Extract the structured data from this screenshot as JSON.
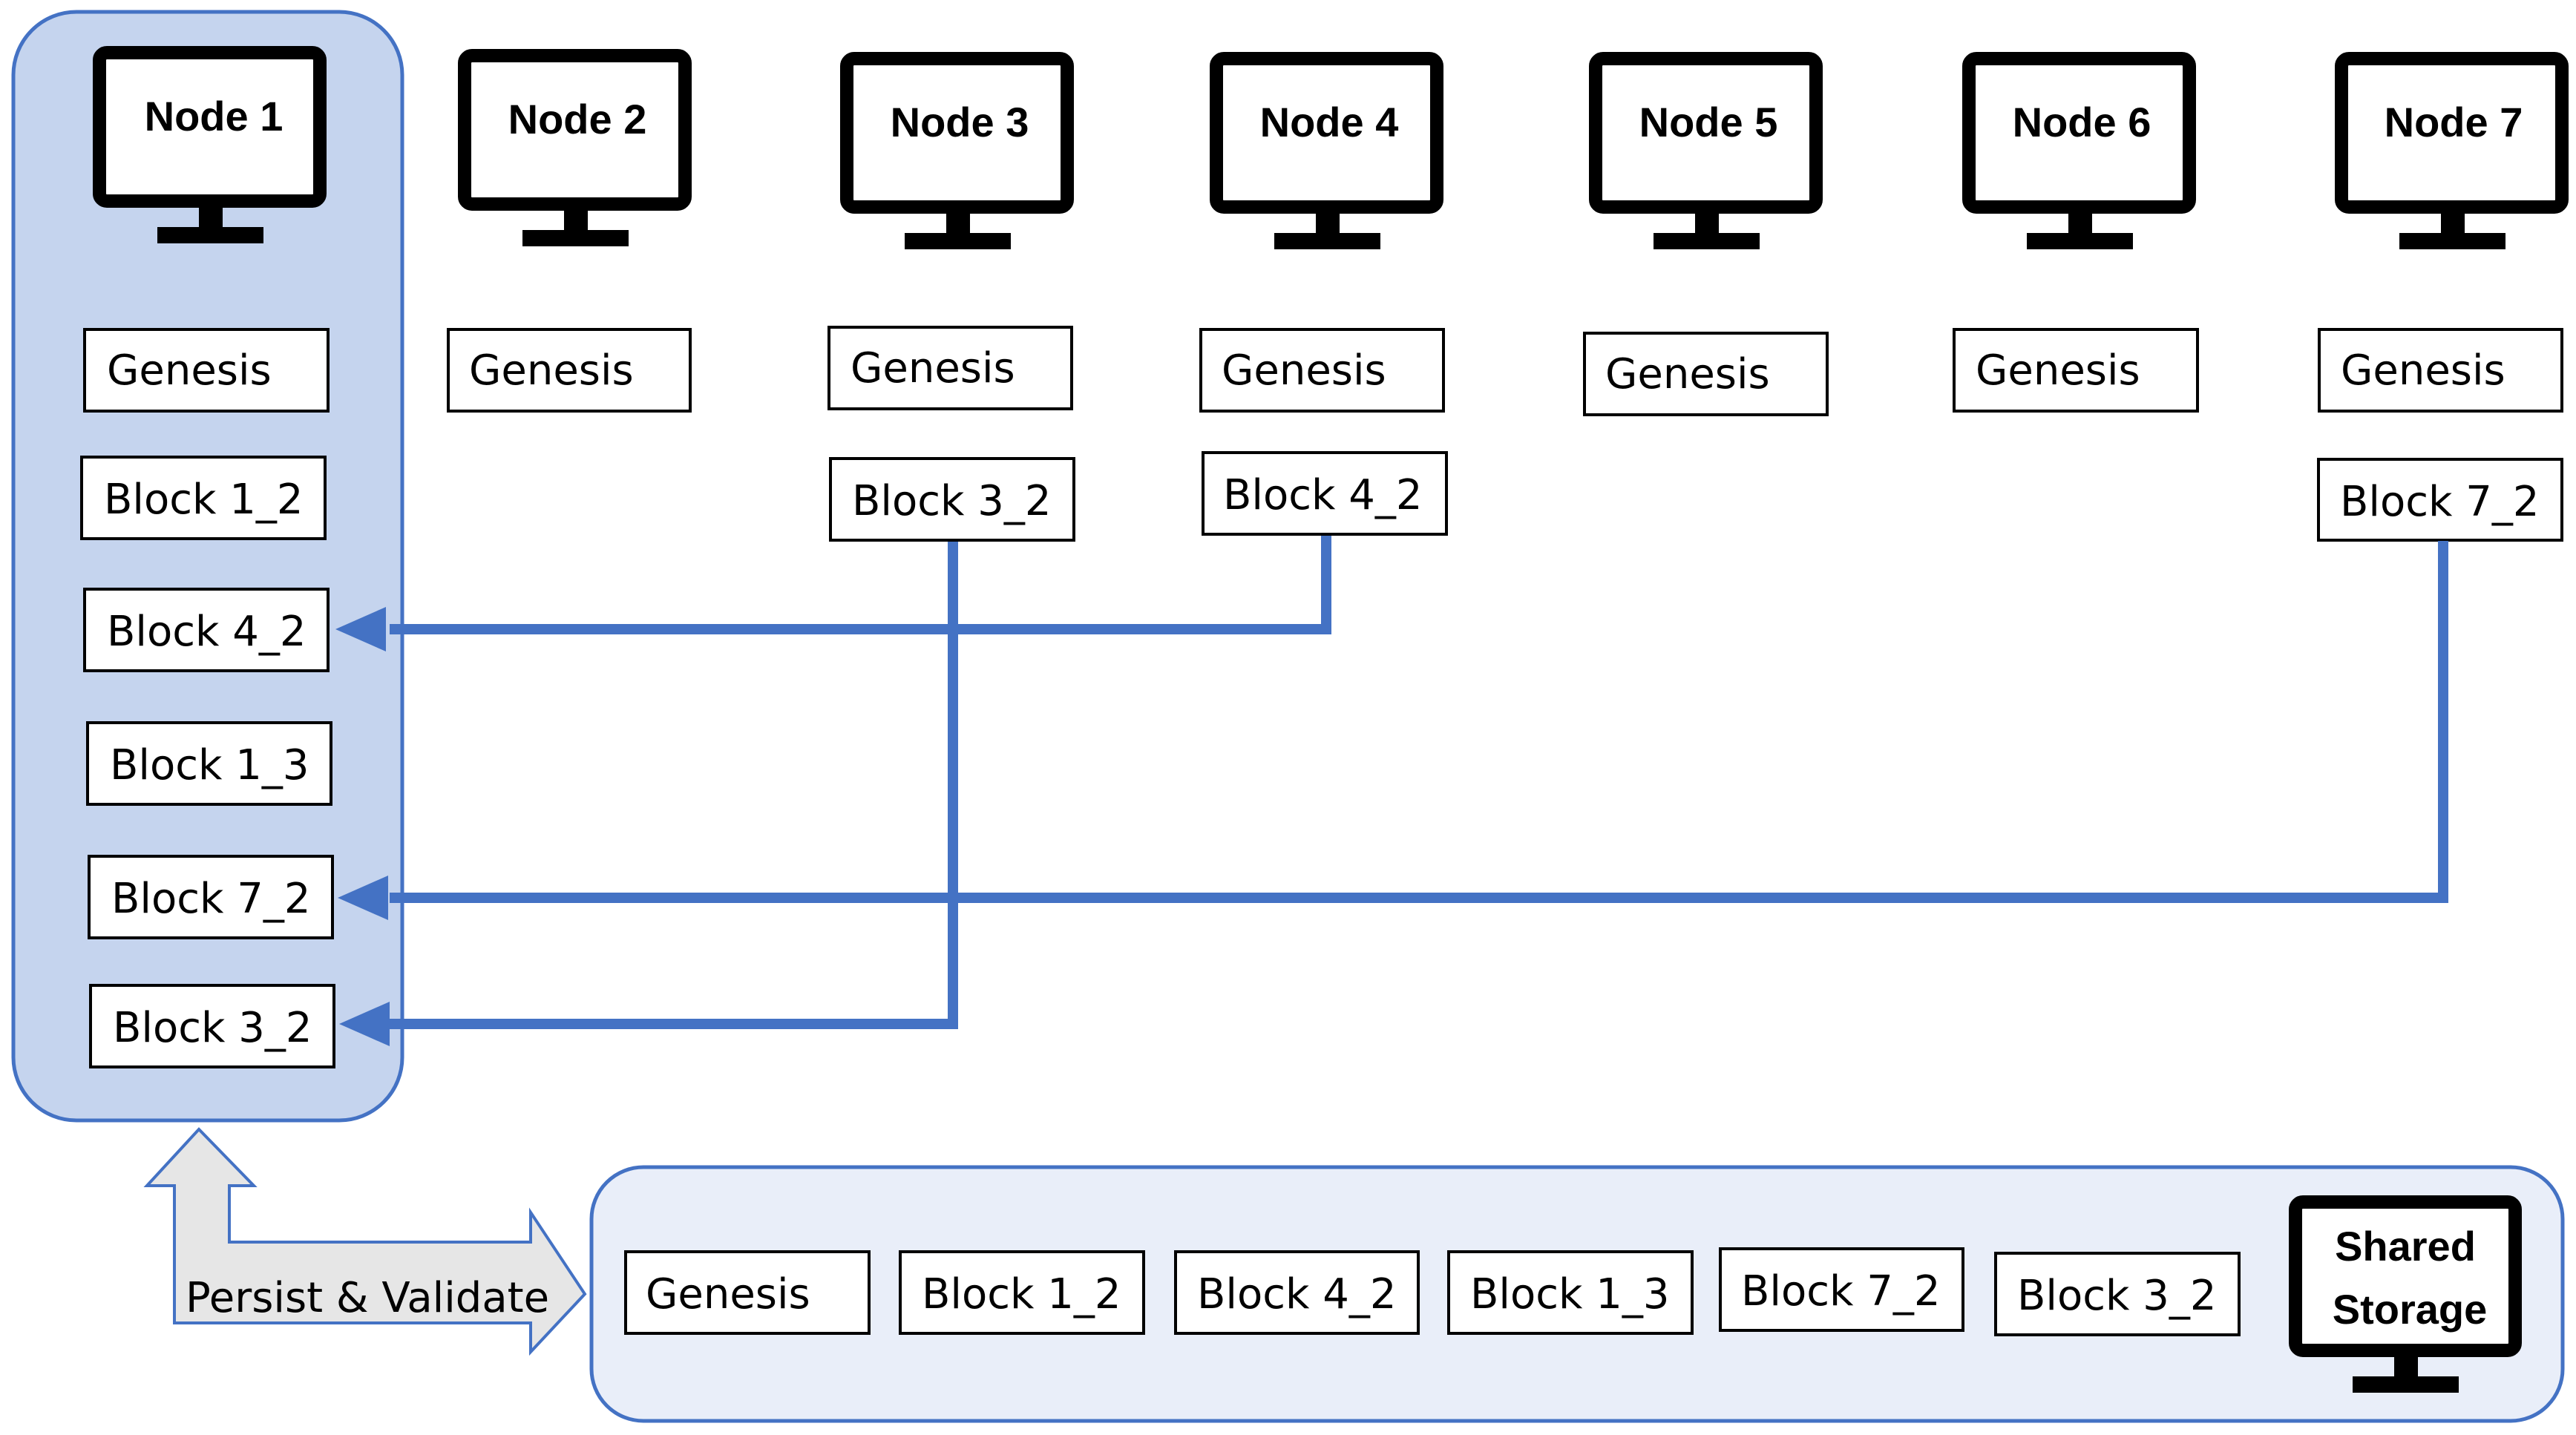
{
  "colors": {
    "panel_fill": "#c5d4ee",
    "panel_stroke": "#4472c4",
    "storage_fill": "#e9eef9",
    "arrow_color": "#4472c4",
    "block_fill": "#ffffff",
    "block_stroke": "#000000",
    "double_arrow_fill": "#e6e6e6",
    "double_arrow_stroke": "#4472c4"
  },
  "nodes": [
    {
      "label": "Node 1",
      "icon": "monitor-icon"
    },
    {
      "label": "Node 2",
      "icon": "monitor-icon"
    },
    {
      "label": "Node 3",
      "icon": "monitor-icon"
    },
    {
      "label": "Node 4",
      "icon": "monitor-icon"
    },
    {
      "label": "Node 5",
      "icon": "monitor-icon"
    },
    {
      "label": "Node 6",
      "icon": "monitor-icon"
    },
    {
      "label": "Node 7",
      "icon": "monitor-icon"
    }
  ],
  "node_chains": [
    [
      "Genesis",
      "Block 1_2",
      "Block 4_2",
      "Block 1_3",
      "Block 7_2",
      "Block 3_2"
    ],
    [
      "Genesis"
    ],
    [
      "Genesis",
      "Block 3_2"
    ],
    [
      "Genesis",
      "Block 4_2"
    ],
    [
      "Genesis"
    ],
    [
      "Genesis"
    ],
    [
      "Genesis",
      "Block 7_2"
    ]
  ],
  "transfers": [
    {
      "from_node": "Node 4",
      "block": "Block 4_2",
      "to_node": "Node 1"
    },
    {
      "from_node": "Node 7",
      "block": "Block 7_2",
      "to_node": "Node 1"
    },
    {
      "from_node": "Node 3",
      "block": "Block 3_2",
      "to_node": "Node 1"
    }
  ],
  "persist_label": "Persist & Validate",
  "shared_storage": {
    "label_line1": "Shared",
    "label_line2": "Storage",
    "icon": "monitor-icon",
    "blocks": [
      "Genesis",
      "Block 1_2",
      "Block 4_2",
      "Block 1_3",
      "Block 7_2",
      "Block 3_2"
    ]
  }
}
